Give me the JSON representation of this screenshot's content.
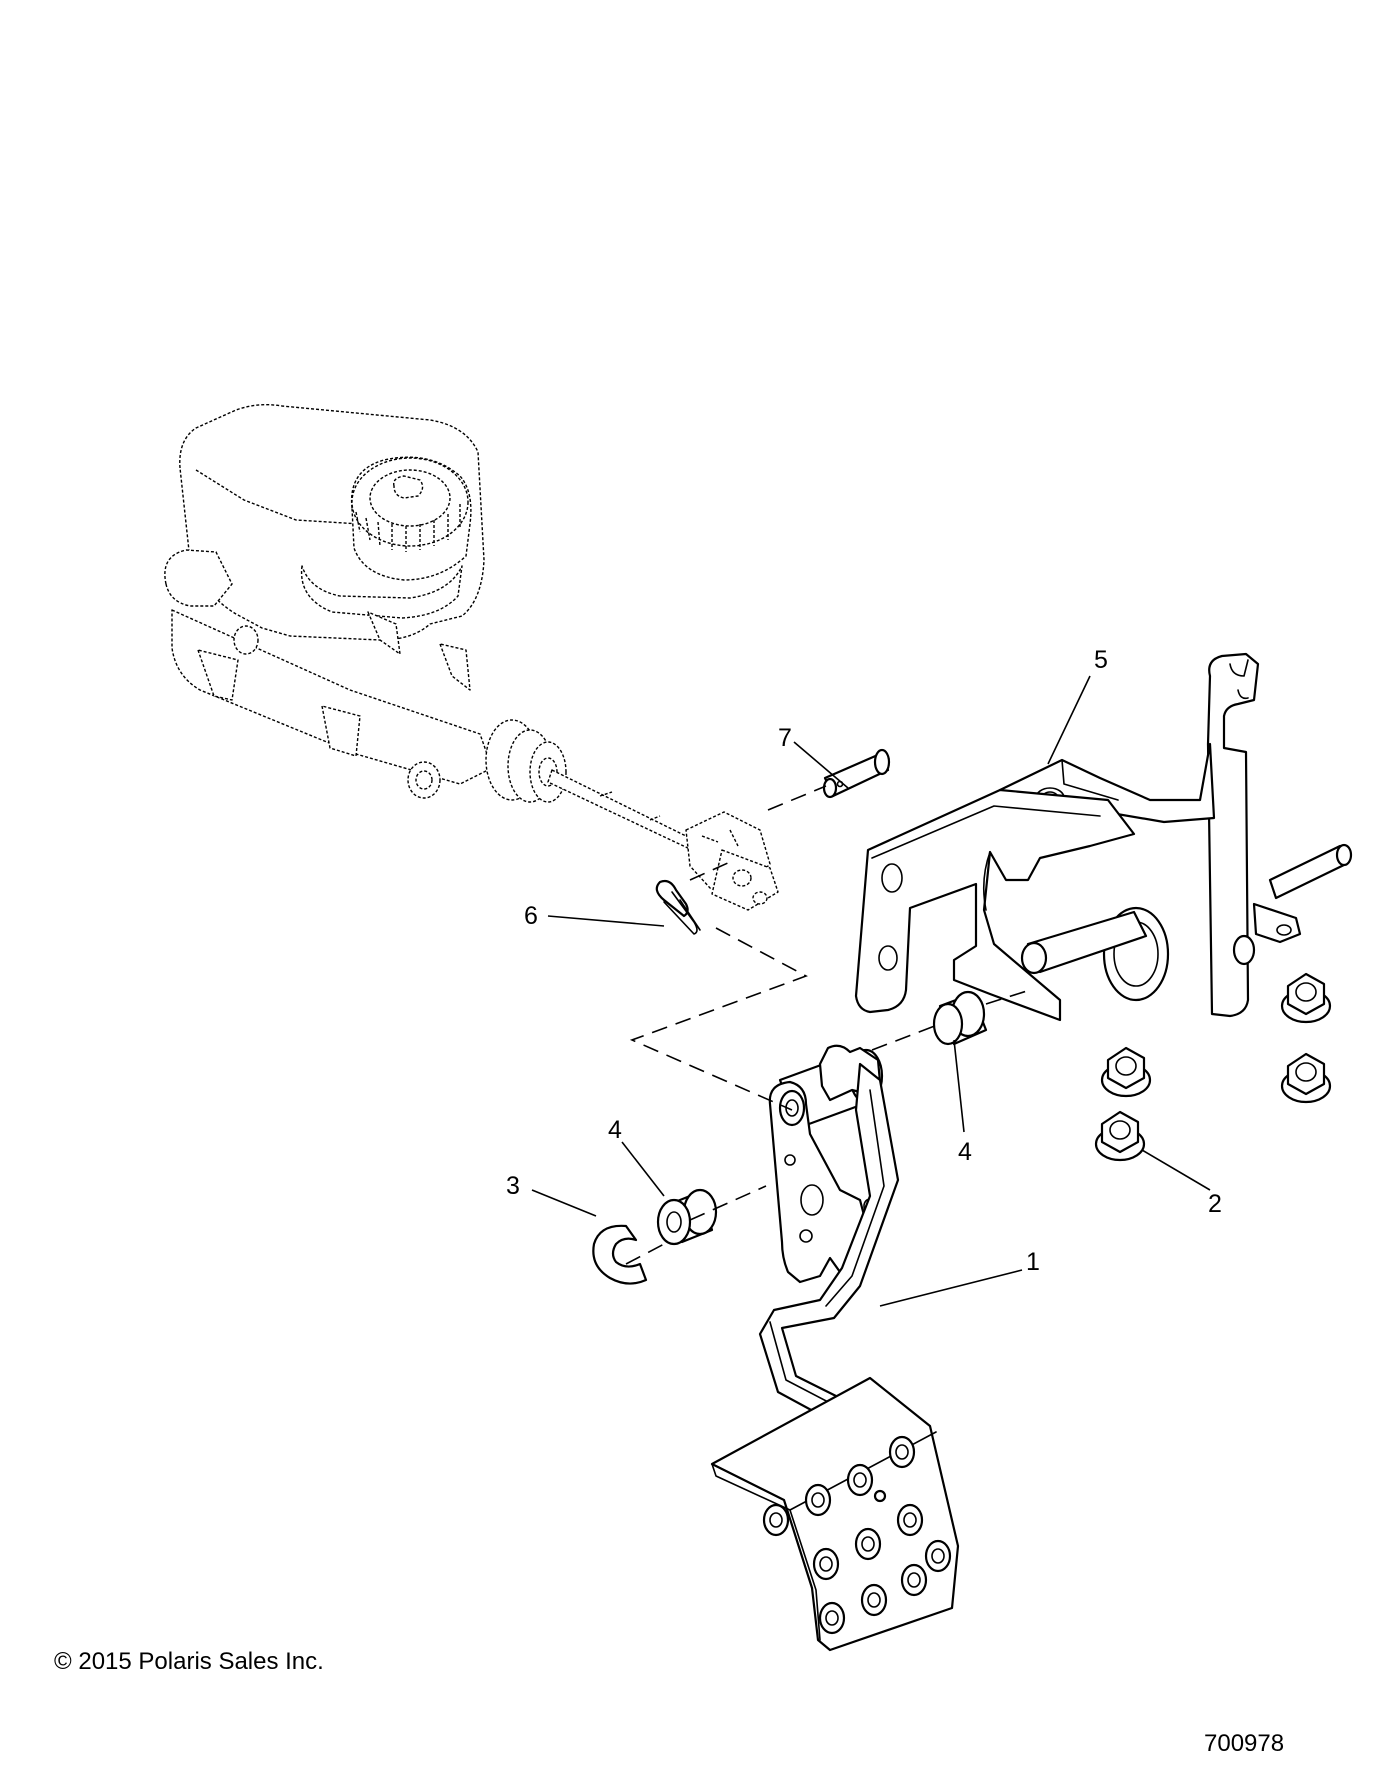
{
  "callouts": {
    "pedal_arm": "1",
    "flange_nuts": "2",
    "e_clip": "3",
    "bushing_left": "4",
    "bushing_right": "4",
    "pedal_bracket": "5",
    "hairpin_clip": "6",
    "clevis_pin": "7"
  },
  "footer": {
    "copyright": "© 2015 Polaris Sales Inc.",
    "figure_number": "700978"
  }
}
